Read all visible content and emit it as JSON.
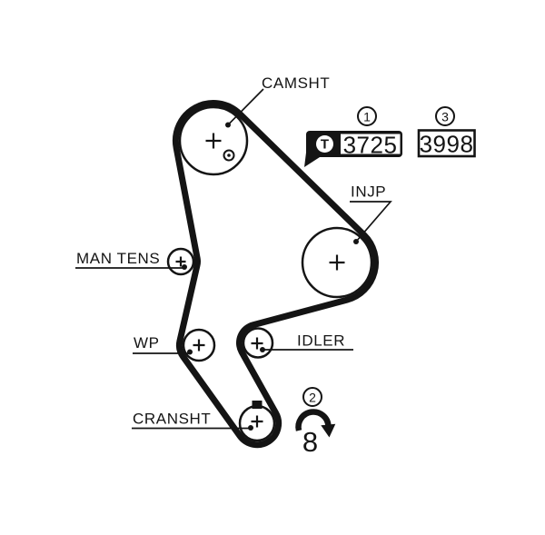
{
  "diagram": {
    "labels": {
      "camshaft": "CAMSHT",
      "tensioner": "MAN TENS",
      "water_pump": "WP",
      "idler": "IDLER",
      "crankshaft": "CRANSHT",
      "injection_pump": "INJP"
    },
    "callouts": {
      "c1": {
        "index": "1",
        "part_number": "3725",
        "logo_letter": "T"
      },
      "c2": {
        "index": "2",
        "tooth_count": "8"
      },
      "c3": {
        "index": "3",
        "part_number": "3998"
      }
    },
    "colors": {
      "ink": "#141414",
      "background": "#ffffff"
    }
  }
}
